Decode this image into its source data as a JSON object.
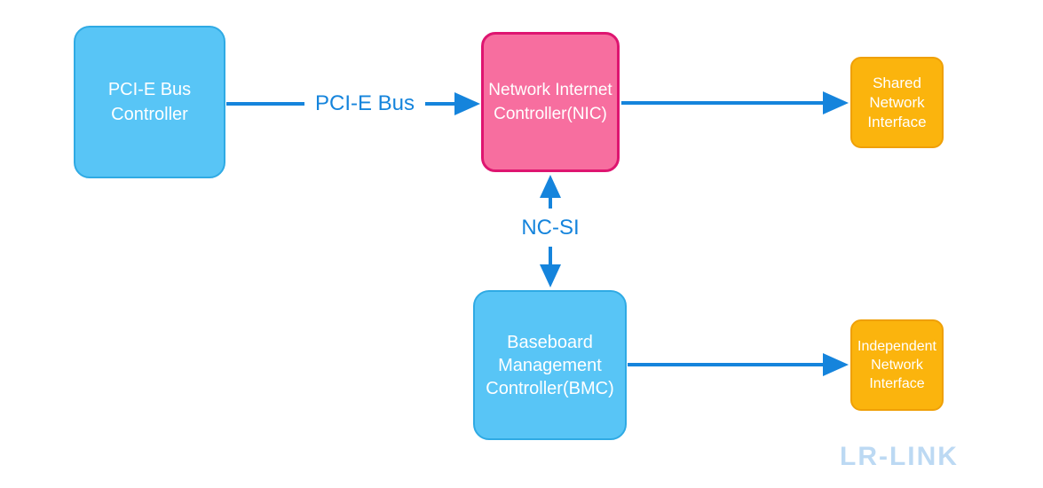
{
  "diagram": {
    "title": "NIC / BMC network interface block diagram",
    "nodes": {
      "pcie": {
        "id": "pcie-bus-controller",
        "lines": [
          "PCI-E Bus",
          "Controller"
        ],
        "fill": "#58C5F6",
        "border": "#2FAAE4"
      },
      "nic": {
        "id": "network-internet-controller",
        "lines": [
          "Network Internet",
          "Controller(NIC)"
        ],
        "fill": "#F76E9F",
        "border": "#DE1570"
      },
      "shared": {
        "id": "shared-network-interface",
        "lines": [
          "Shared",
          "Network",
          "Interface"
        ],
        "fill": "#FBB40D",
        "border": "#EFA007"
      },
      "bmc": {
        "id": "baseboard-management-controller",
        "lines": [
          "Baseboard",
          "Management",
          "Controller(BMC)"
        ],
        "fill": "#58C5F6",
        "border": "#2FAAE4"
      },
      "independent": {
        "id": "independent-network-interface",
        "lines": [
          "Independent",
          "Network",
          "Interface"
        ],
        "fill": "#FBB40D",
        "border": "#EFA007"
      }
    },
    "edges": [
      {
        "from": "pcie-bus-controller",
        "to": "network-internet-controller",
        "label": "PCI-E Bus",
        "direction": "right"
      },
      {
        "from": "network-internet-controller",
        "to": "shared-network-interface",
        "label": "",
        "direction": "right"
      },
      {
        "from": "network-internet-controller",
        "to": "baseboard-management-controller",
        "label": "NC-SI",
        "direction": "both"
      },
      {
        "from": "baseboard-management-controller",
        "to": "independent-network-interface",
        "label": "",
        "direction": "right"
      }
    ],
    "labels": {
      "pcie_bus": "PCI-E Bus",
      "ncsi": "NC-SI"
    },
    "watermark": "LR-LINK",
    "colors": {
      "arrow": "#1584DC",
      "edge_label_text": "#1584DC",
      "node_text": "#FFFFFF",
      "watermark": "#BCD9F3",
      "background": "#FFFFFF"
    }
  }
}
